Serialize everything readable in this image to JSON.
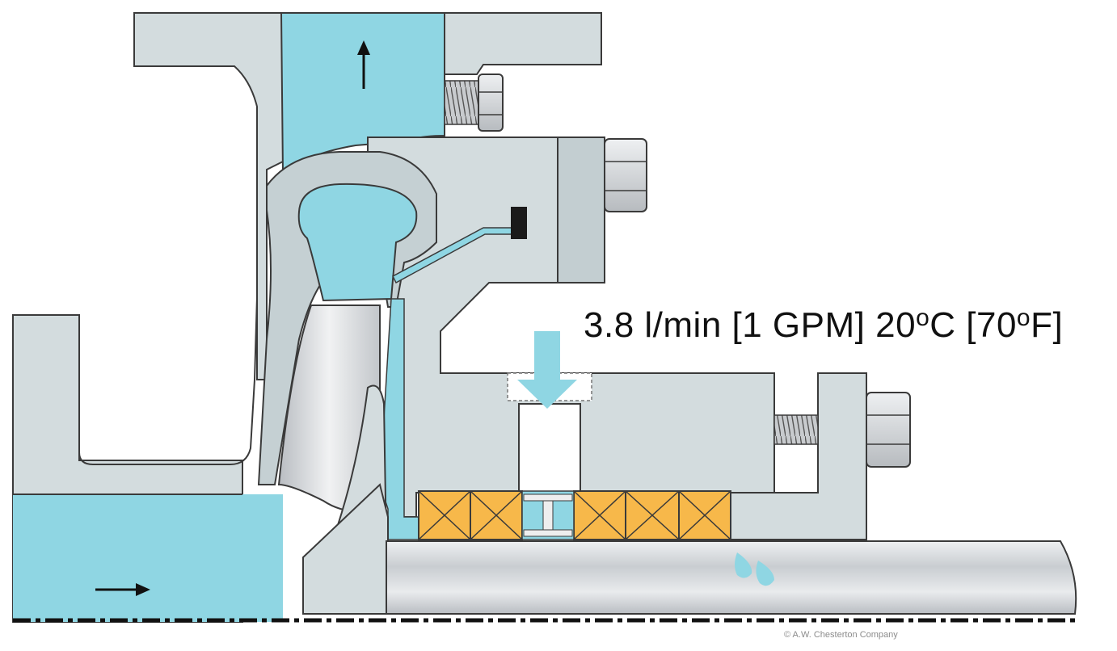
{
  "flow_label": {
    "part1": "3.8 l/min [1 GPM] 20",
    "deg1": "o",
    "part2": "C [70",
    "deg2": "o",
    "part3": "F]"
  },
  "copyright": "© A.W. Chesterton Company",
  "colors": {
    "housing": "#d3dcde",
    "fluid": "#8fd6e3",
    "packing": "#f7b84a",
    "shaft": "#d9dcdf",
    "outline": "#3a3a3a"
  },
  "icons": [
    "flow-arrow-up-icon",
    "flow-arrow-right-icon",
    "injection-arrow-icon",
    "leak-drop-icon"
  ]
}
